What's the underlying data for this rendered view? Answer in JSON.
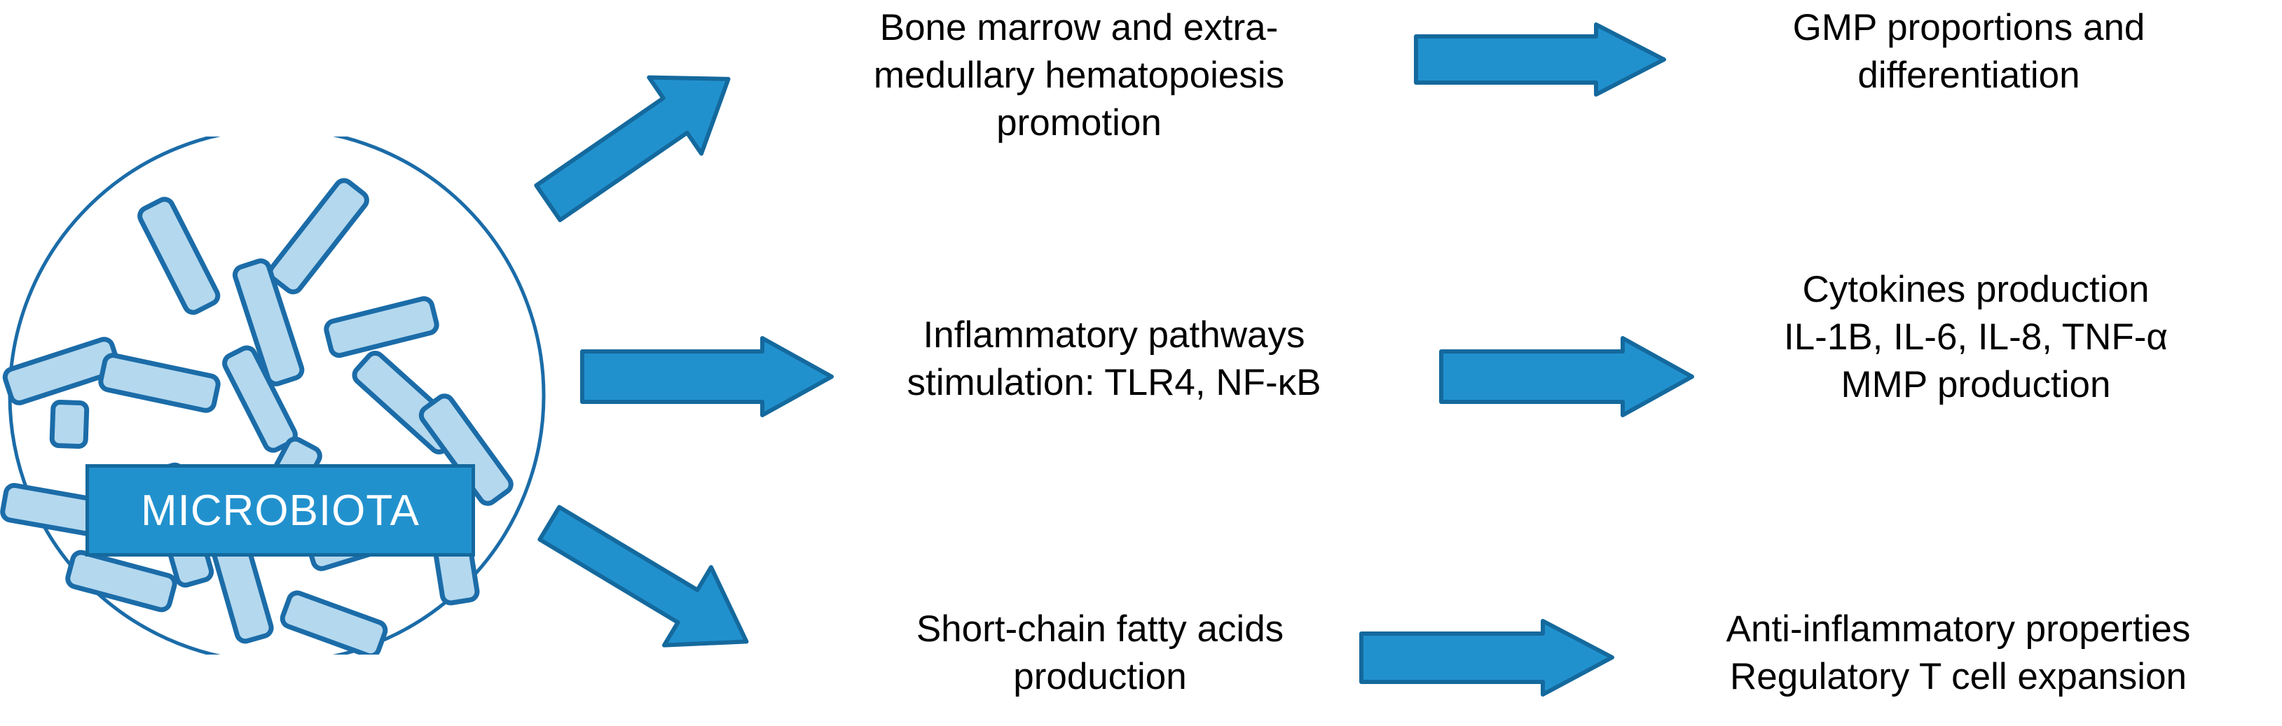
{
  "diagram": {
    "title": "MICROBIOTA effects pathways diagram",
    "colors": {
      "arrow_fill": "#2191ce",
      "arrow_stroke": "#14699d",
      "circle_stroke": "#1b6ca8",
      "bacteria_fill": "#b4d8ee",
      "bacteria_stroke": "#1b6ca8",
      "label_fill": "#2191ce",
      "label_stroke": "#14699d",
      "label_text": "#ffffff",
      "body_text": "#000000",
      "background": "#ffffff"
    },
    "source_node": {
      "label": "MICROBIOTA",
      "shape": "circle-with-bacteria"
    },
    "rows": [
      {
        "id": "row-hematopoiesis",
        "mechanism": {
          "lines": [
            "Bone marrow and extra-",
            "medullary hematopoiesis",
            "promotion"
          ]
        },
        "outcome": {
          "lines": [
            "GMP proportions and",
            "differentiation"
          ]
        },
        "connector_from_source": "diagonal-up-right-arrow",
        "connector_to_outcome": "right-arrow"
      },
      {
        "id": "row-inflammatory",
        "mechanism": {
          "lines": [
            "Inflammatory pathways",
            "stimulation: TLR4, NF-κB"
          ]
        },
        "outcome": {
          "lines": [
            "Cytokines production",
            "IL-1B, IL-6, IL-8, TNF-α",
            "MMP production"
          ]
        },
        "connector_from_source": "right-arrow",
        "connector_to_outcome": "right-arrow"
      },
      {
        "id": "row-scfa",
        "mechanism": {
          "lines": [
            "Short-chain fatty acids",
            "production"
          ]
        },
        "outcome": {
          "lines": [
            "Anti-inflammatory properties",
            "Regulatory T cell expansion"
          ]
        },
        "connector_from_source": "diagonal-down-right-arrow",
        "connector_to_outcome": "right-arrow"
      }
    ]
  }
}
